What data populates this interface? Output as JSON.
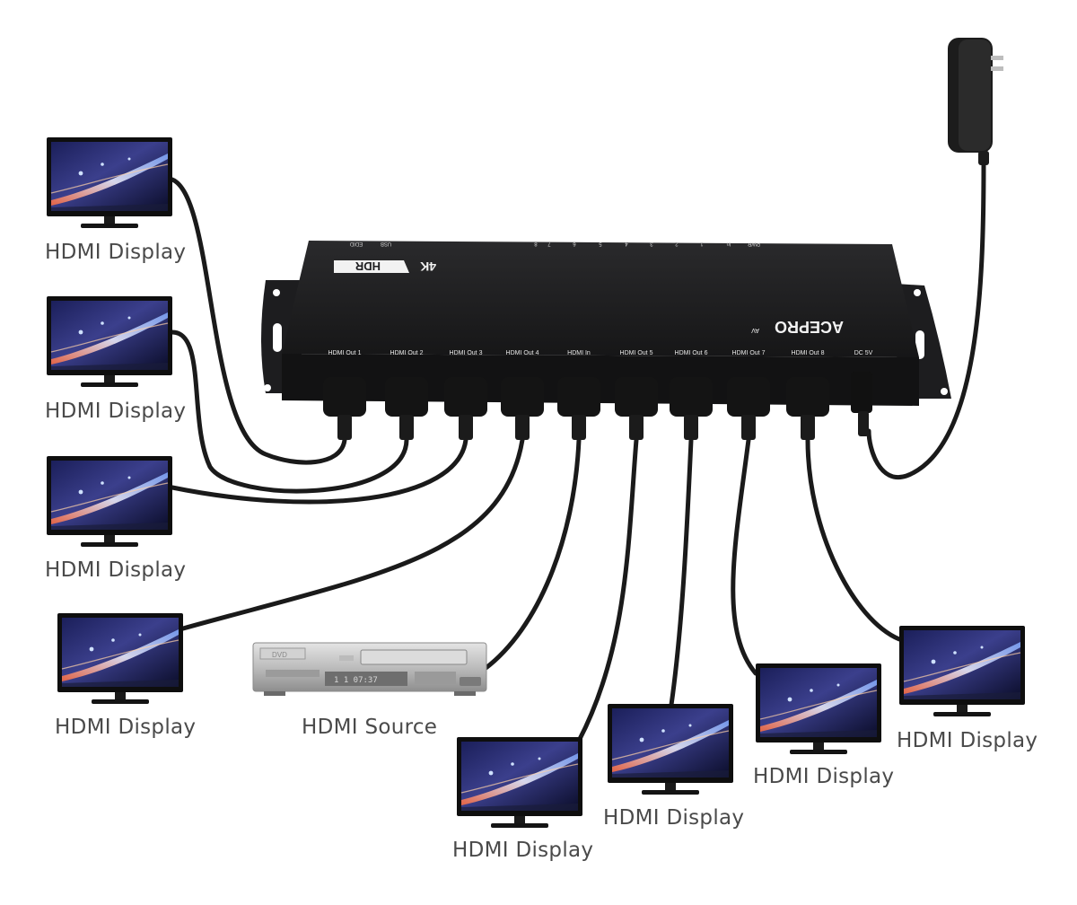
{
  "device": {
    "brand": "ACEPRO",
    "brand_sub": "AV",
    "badge_left": "HDR",
    "badge_right": "4K",
    "front_ports": [
      "HDMI Out 1",
      "HDMI Out 2",
      "HDMI Out 3",
      "HDMI Out 4",
      "HDMI In",
      "HDMI Out 5",
      "HDMI Out 6",
      "HDMI Out 7",
      "HDMI Out 8",
      "DC 5V"
    ],
    "top_indicators": [
      "EDID",
      "USB",
      "8",
      "7",
      "6",
      "5",
      "4",
      "3",
      "2",
      "1",
      "In",
      "PWR"
    ]
  },
  "source": {
    "label": "HDMI Source",
    "display_text": "1 1  07:37",
    "tray_text": "DVD"
  },
  "displays": [
    {
      "label": "HDMI Display"
    },
    {
      "label": "HDMI Display"
    },
    {
      "label": "HDMI Display"
    },
    {
      "label": "HDMI Display"
    },
    {
      "label": "HDMI Display"
    },
    {
      "label": "HDMI Display"
    },
    {
      "label": "HDMI Display"
    },
    {
      "label": "HDMI Display"
    }
  ],
  "colors": {
    "device_body": "#1f1f21",
    "cable": "#1a1a1a",
    "label_text": "#4a4a4a",
    "screen_sky": "#3a3f8a"
  }
}
